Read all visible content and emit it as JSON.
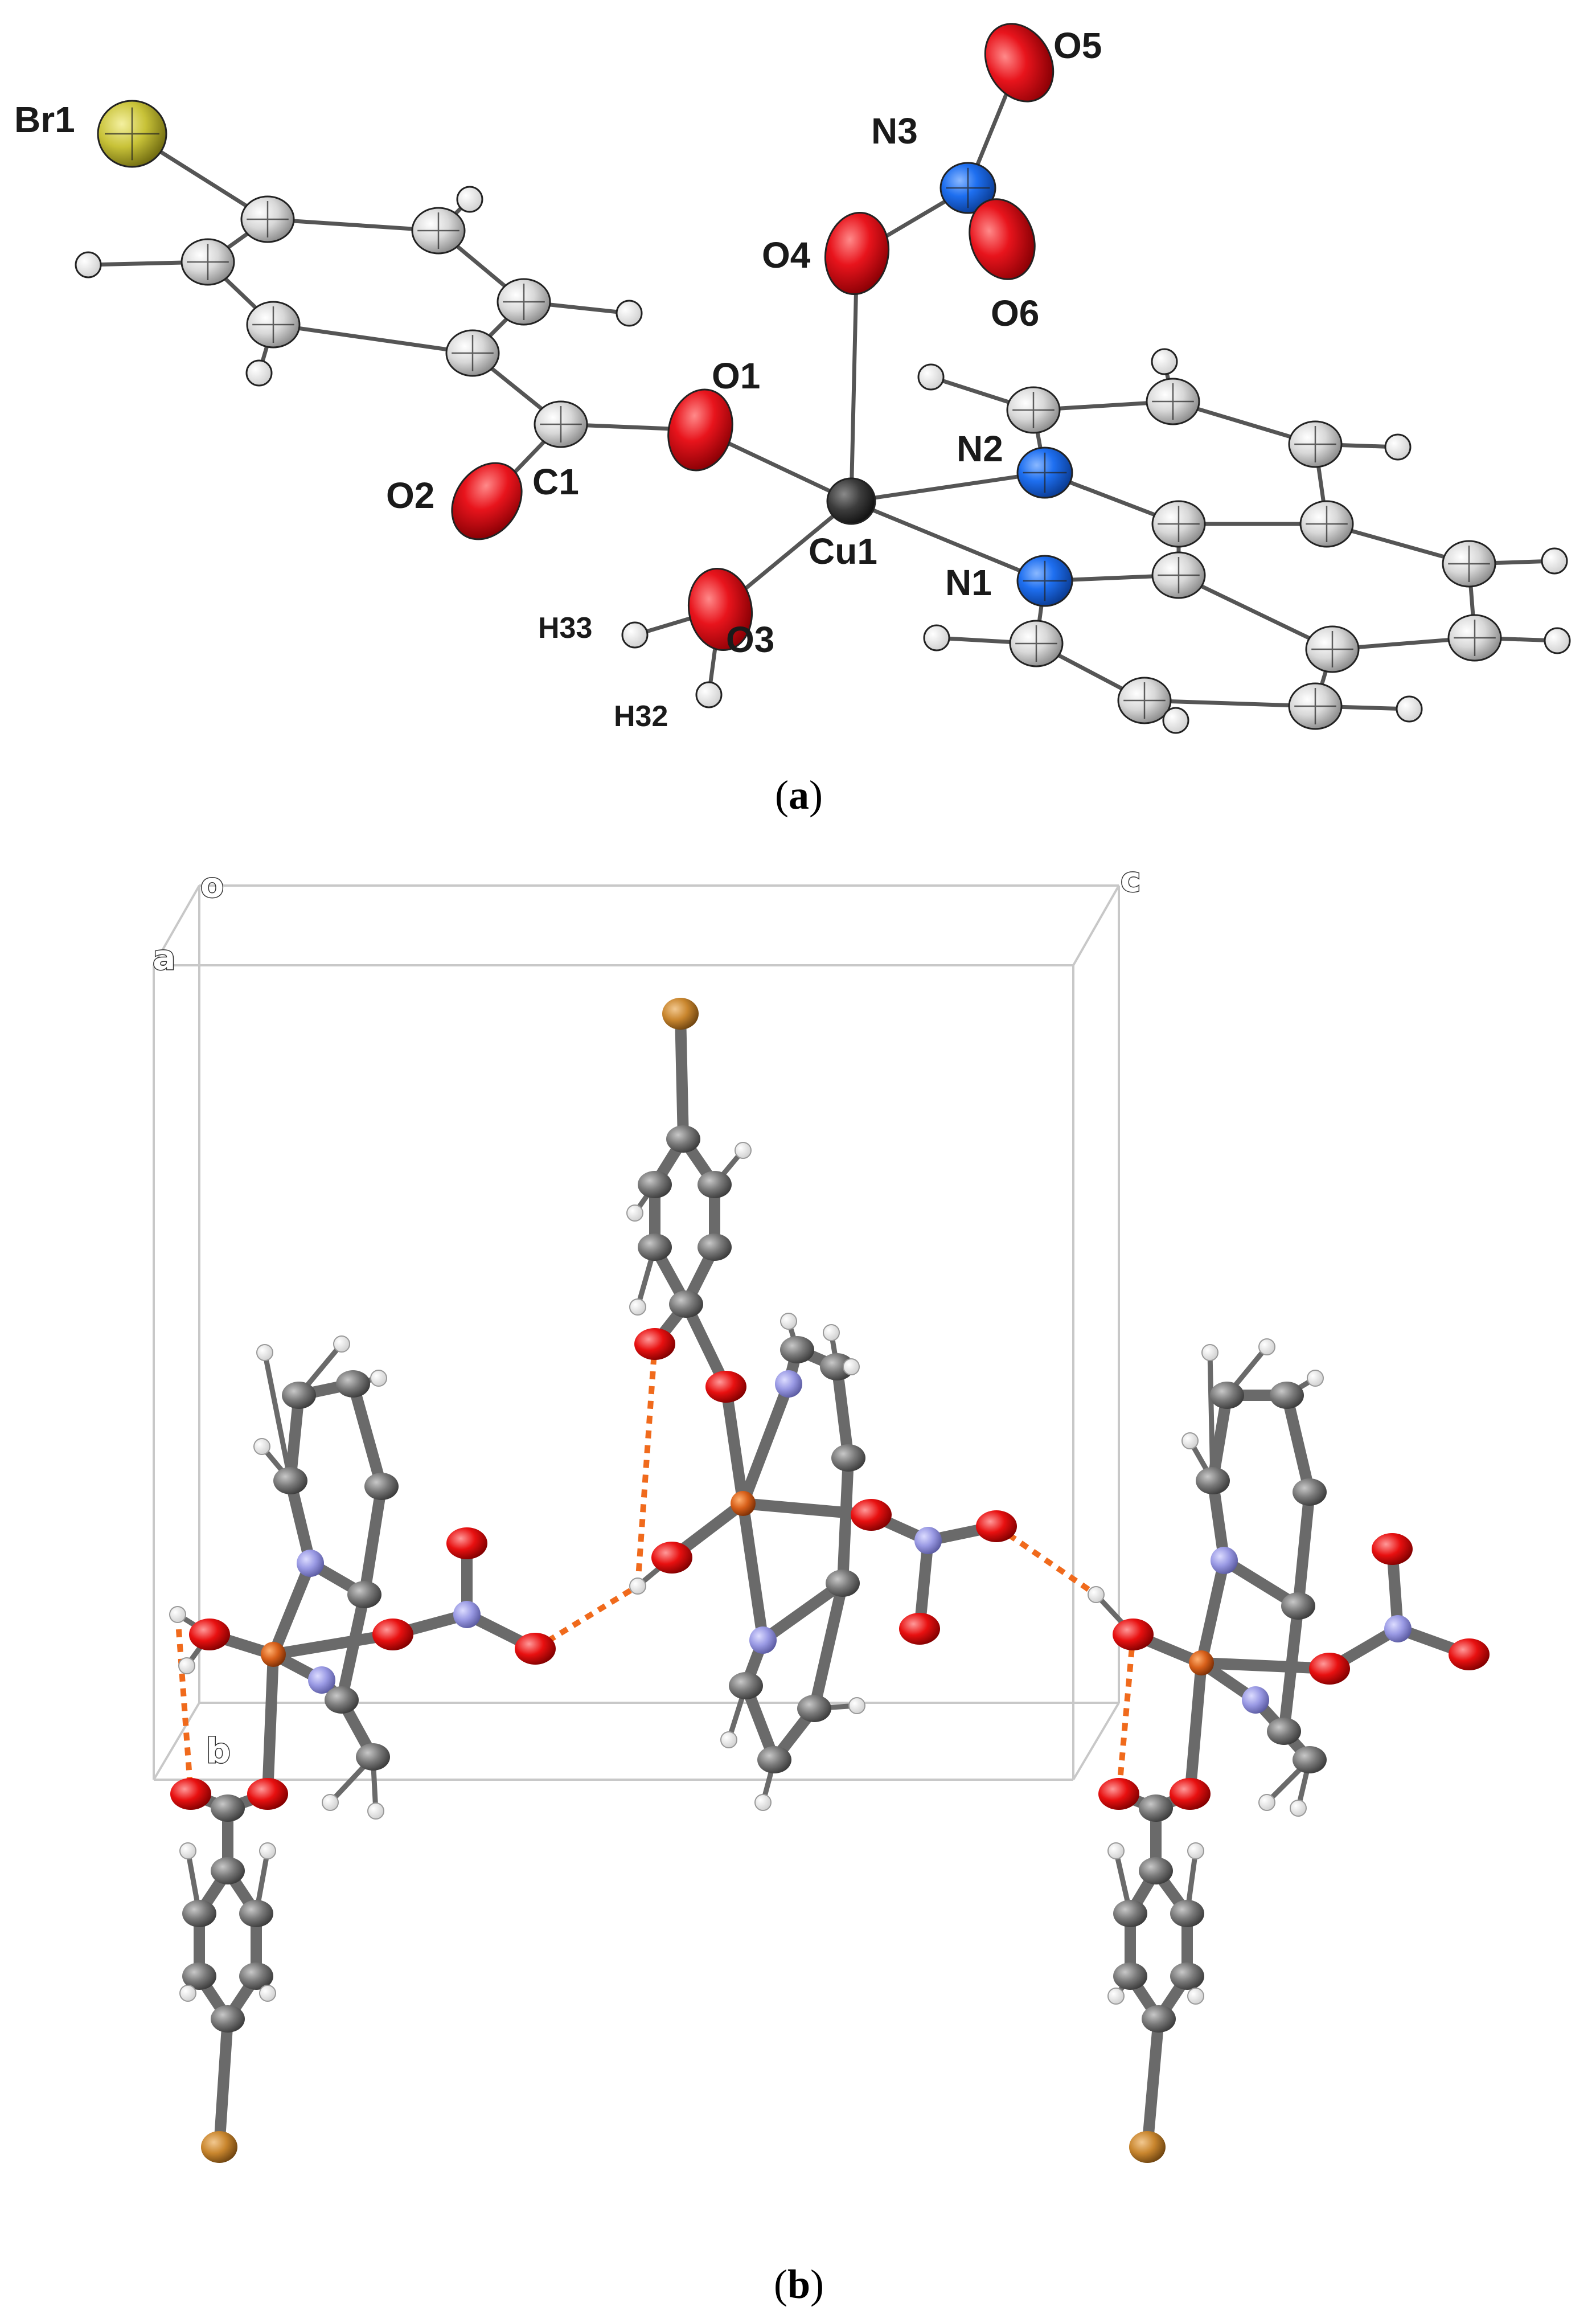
{
  "panel_a": {
    "atom_labels": {
      "Br1": "Br1",
      "O5": "O5",
      "N3": "N3",
      "O4": "O4",
      "O6": "O6",
      "O1": "O1",
      "N2": "N2",
      "O2": "O2",
      "C1": "C1",
      "Cu1": "Cu1",
      "N1": "N1",
      "H33": "H33",
      "O3": "O3",
      "H32": "H32"
    },
    "caption": {
      "open": "(",
      "letter": "a",
      "close": ")"
    }
  },
  "panel_b": {
    "axis_labels": {
      "o": "o",
      "a": "a",
      "b": "b",
      "c": "c"
    },
    "caption": {
      "open": "(",
      "letter": "b",
      "close": ")"
    }
  },
  "colors": {
    "oxygen": "#e8141c",
    "nitrogen_a": "#1e6ff0",
    "bromine_a": "#c8c238",
    "carbon_a": "#d8d8d8",
    "copper_a": "#3c3c3c",
    "hydrogen": "#ffffff",
    "carbon_b": "#7a7a7a",
    "nitrogen_b": "#9a9ae4",
    "copper_b": "#d8601a",
    "bromine_b": "#c9862e",
    "hbond": "#f06a1c",
    "cell_edge": "#c8c8c8"
  }
}
